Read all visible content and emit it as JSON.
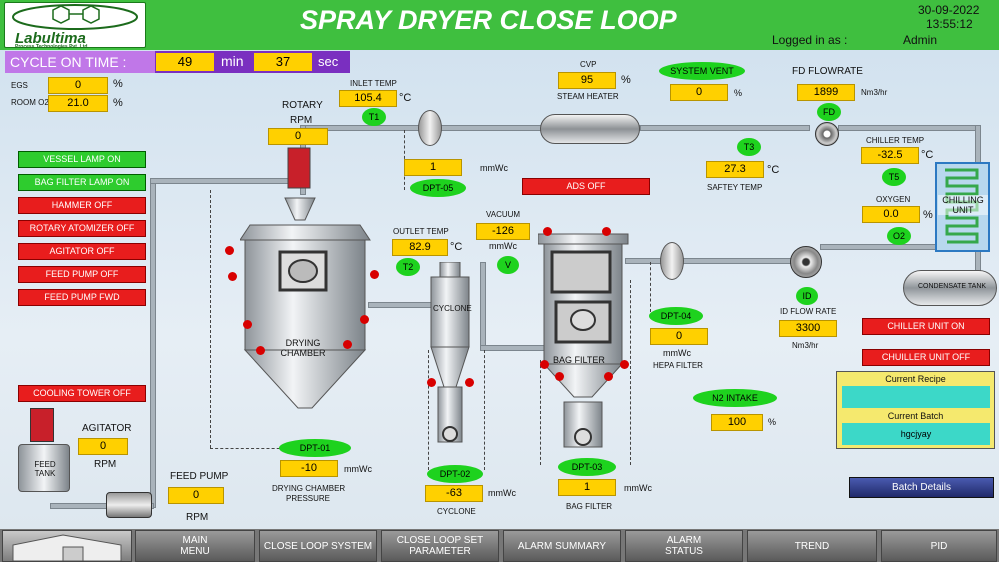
{
  "header": {
    "logo_name": "Labultima",
    "logo_sub": "Process Technologies Pvt. Ltd.",
    "title": "SPRAY DRYER CLOSE LOOP",
    "date": "30-09-2022",
    "time": "13:55:12",
    "logged_label": "Logged in as :",
    "user": "Admin"
  },
  "cycle": {
    "label": "CYCLE ON TIME :",
    "min": "49",
    "min_unit": "min",
    "sec": "37",
    "sec_unit": "sec"
  },
  "egs": {
    "label": "EGS",
    "value": "0",
    "unit": "%"
  },
  "room_o2": {
    "label": "ROOM O2",
    "value": "21.0",
    "unit": "%"
  },
  "inlet_temp": {
    "label": "INLET TEMP",
    "value": "105.4",
    "unit": "°C",
    "tag": "T1"
  },
  "rotary": {
    "label1": "ROTARY",
    "label2": "RPM",
    "value": "0"
  },
  "dpt05": {
    "value": "1",
    "unit": "mmWc",
    "tag": "DPT-05"
  },
  "cvp": {
    "label": "CVP",
    "value": "95",
    "unit": "%",
    "sub": "STEAM HEATER"
  },
  "system_vent": {
    "tag": "SYSTEM VENT",
    "value": "0",
    "unit": "%"
  },
  "fd_flow": {
    "label": "FD FLOWRATE",
    "value": "1899",
    "unit": "Nm3/hr",
    "tag": "FD"
  },
  "chiller_temp": {
    "label": "CHILLER TEMP",
    "value": "-32.5",
    "unit": "°C",
    "tag": "T5"
  },
  "safety_temp": {
    "tag": "T3",
    "value": "27.3",
    "unit": "°C",
    "label": "SAFTEY TEMP"
  },
  "oxygen": {
    "label": "OXYGEN",
    "value": "0.0",
    "unit": "%",
    "tag": "O2"
  },
  "chilling_unit": "CHILLING UNIT",
  "condensate_tank": "CONDENSATE TANK",
  "ads": "ADS OFF",
  "outlet_temp": {
    "label": "OUTLET TEMP",
    "value": "82.9",
    "unit": "°C",
    "tag": "T2"
  },
  "vacuum": {
    "label": "VACUUM",
    "value": "-126",
    "unit": "mmWc",
    "tag": "V"
  },
  "cyclone_label": "CYCLONE",
  "bag_filter_label": "BAG FILTER",
  "drying_chamber": "DRYING CHAMBER",
  "dpt04": {
    "tag": "DPT-04",
    "value": "0",
    "unit": "mmWc",
    "label": "HEPA FILTER"
  },
  "id_flow": {
    "tag": "ID",
    "label": "ID FLOW RATE",
    "value": "3300",
    "unit": "Nm3/hr"
  },
  "n2": {
    "tag": "N2 INTAKE",
    "value": "100",
    "unit": "%"
  },
  "dpt01": {
    "tag": "DPT-01",
    "value": "-10",
    "unit": "mmWc",
    "label1": "DRYING CHAMBER",
    "label2": "PRESSURE"
  },
  "dpt02": {
    "tag": "DPT-02",
    "value": "-63",
    "unit": "mmWc",
    "label": "CYCLONE"
  },
  "dpt03": {
    "tag": "DPT-03",
    "value": "1",
    "unit": "mmWc",
    "label": "BAG FILTER"
  },
  "agitator": {
    "label": "AGITATOR",
    "value": "0",
    "unit": "RPM"
  },
  "feed_tank": "FEED TANK",
  "feed_pump": {
    "label": "FEED PUMP",
    "value": "0",
    "unit": "RPM"
  },
  "left_buttons": [
    {
      "label": "VESSEL LAMP ON",
      "color": "#2ecc2e"
    },
    {
      "label": "BAG FILTER LAMP ON",
      "color": "#2ecc2e"
    },
    {
      "label": "HAMMER OFF",
      "color": "#e81d1d"
    },
    {
      "label": "ROTARY ATOMIZER OFF",
      "color": "#e81d1d"
    },
    {
      "label": "AGITATOR OFF",
      "color": "#e81d1d"
    },
    {
      "label": "FEED PUMP OFF",
      "color": "#e81d1d"
    },
    {
      "label": "FEED PUMP FWD",
      "color": "#e81d1d"
    }
  ],
  "cooling_tower": "COOLING TOWER OFF",
  "chiller_on": "CHILLER UNIT ON",
  "chiller_off": "CHUILLER UNIT OFF",
  "recipe": {
    "recipe_label": "Current Recipe",
    "recipe_value": "",
    "batch_label": "Current Batch",
    "batch_value": "hgcjyay"
  },
  "batch_details": "Batch Details",
  "nav": [
    {
      "label": "MAIN\nMENU"
    },
    {
      "label": "CLOSE LOOP SYSTEM"
    },
    {
      "label": "CLOSE LOOP SET\nPARAMETER"
    },
    {
      "label": "ALARM SUMMARY"
    },
    {
      "label": "ALARM\nSTATUS"
    },
    {
      "label": "TREND"
    },
    {
      "label": "PID"
    }
  ]
}
